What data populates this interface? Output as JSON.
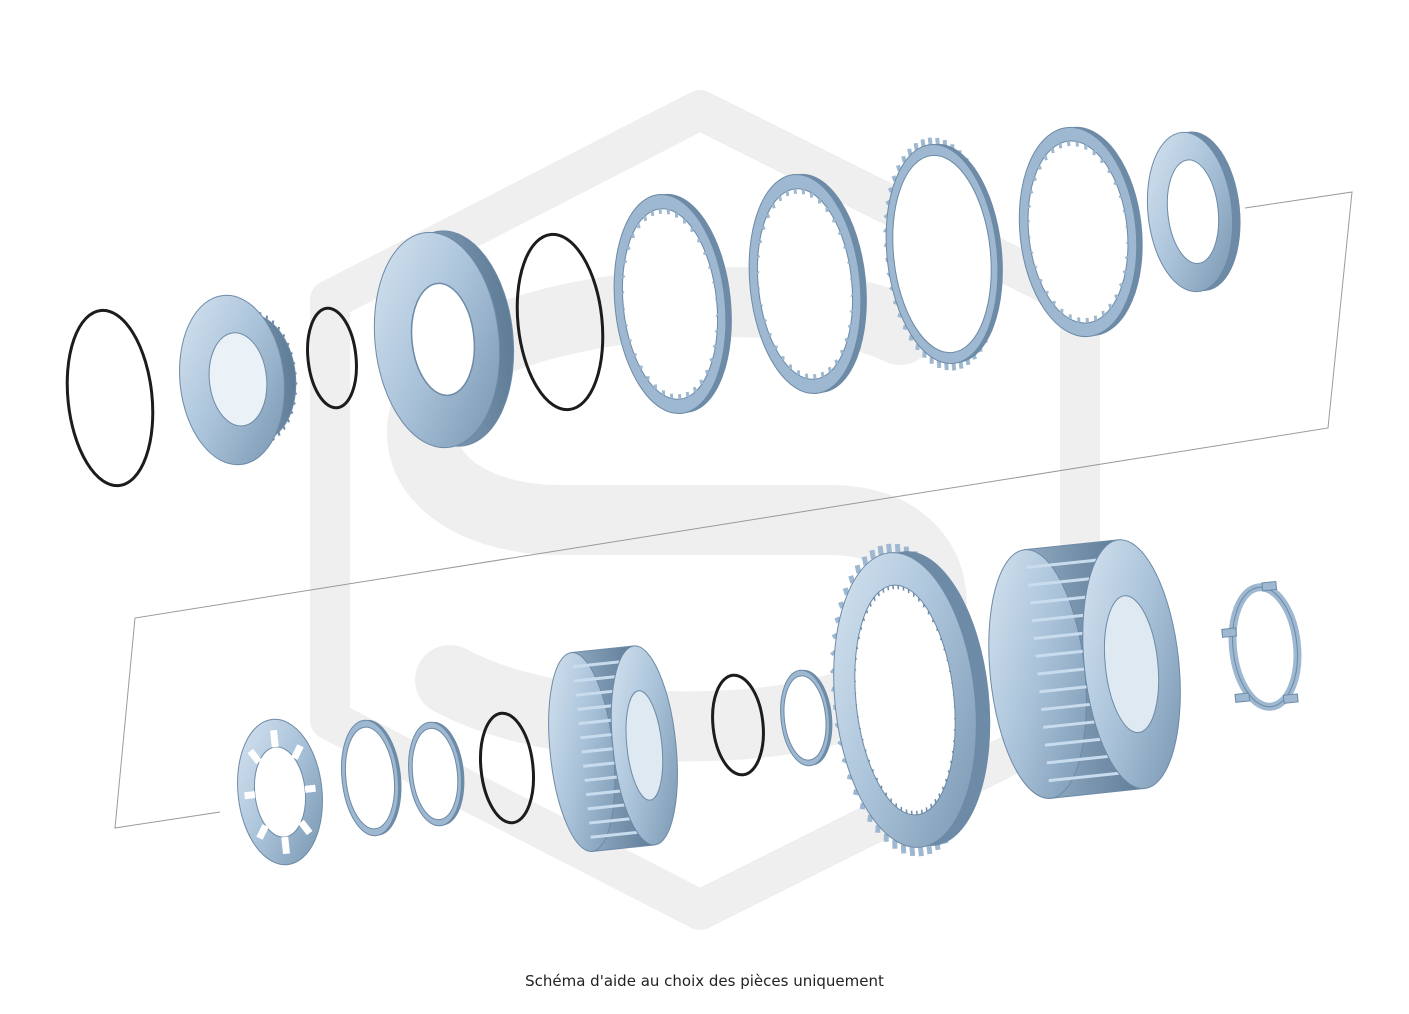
{
  "caption": "Schéma d'aide au choix des pièces uniquement",
  "colors": {
    "part_light": "#c9dced",
    "part_mid": "#9db8d0",
    "part_dark": "#6d8aa6",
    "ring_black": "#1c1c1c",
    "watermark": "#efefef",
    "frame_line": "#9a9a9a"
  },
  "parts": [
    {
      "name": "snap-ring-large",
      "kind": "ring"
    },
    {
      "name": "clutch-hub-with-gear",
      "kind": "hub"
    },
    {
      "name": "snap-ring-small",
      "kind": "ring"
    },
    {
      "name": "piston",
      "kind": "piston"
    },
    {
      "name": "seal-ring",
      "kind": "ring"
    },
    {
      "name": "clutch-plate-1",
      "kind": "plate"
    },
    {
      "name": "clutch-plate-2",
      "kind": "plate"
    },
    {
      "name": "friction-disc",
      "kind": "disc"
    },
    {
      "name": "clutch-plate-3",
      "kind": "plate"
    },
    {
      "name": "pressure-plate",
      "kind": "pressure"
    },
    {
      "name": "retainer-plate",
      "kind": "retainer"
    },
    {
      "name": "thrust-washer-1",
      "kind": "washer"
    },
    {
      "name": "thrust-washer-2",
      "kind": "washer"
    },
    {
      "name": "wave-spring",
      "kind": "ring"
    },
    {
      "name": "clutch-drum-small",
      "kind": "drum"
    },
    {
      "name": "snap-ring-2",
      "kind": "ring"
    },
    {
      "name": "thrust-washer-3",
      "kind": "washer"
    },
    {
      "name": "ring-gear",
      "kind": "ringgear"
    },
    {
      "name": "clutch-drum-large",
      "kind": "drum"
    },
    {
      "name": "carrier-plate",
      "kind": "carrier"
    }
  ]
}
